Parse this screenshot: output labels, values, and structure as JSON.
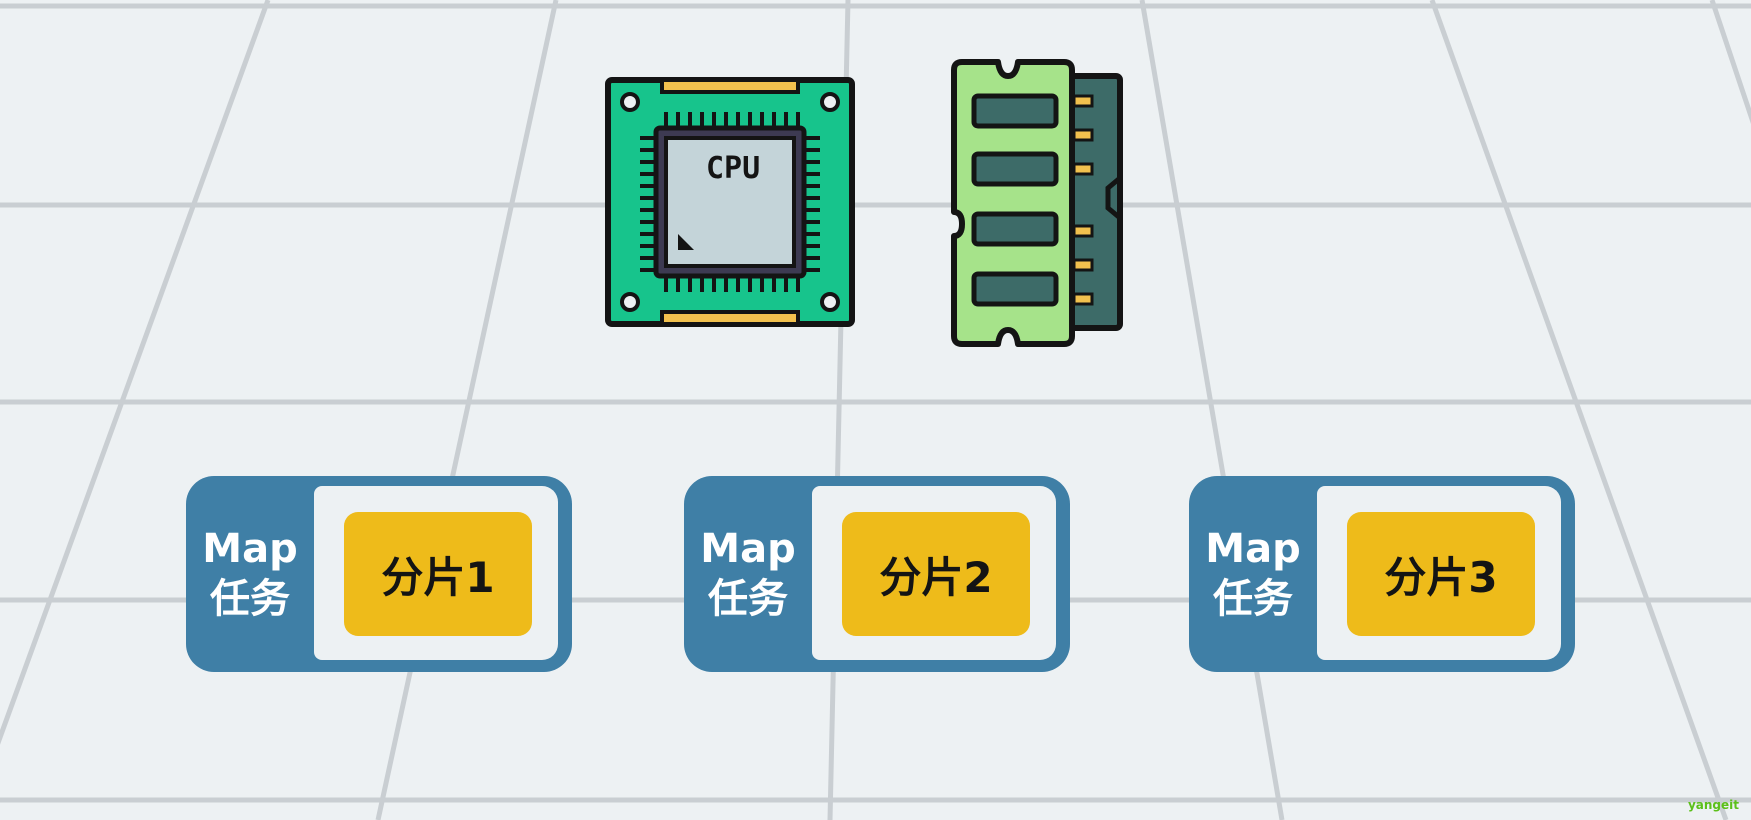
{
  "cpu": {
    "label": "CPU"
  },
  "tasks": [
    {
      "line1": "Map",
      "line2": "任务",
      "shard": "分片1"
    },
    {
      "line1": "Map",
      "line2": "任务",
      "shard": "分片2"
    },
    {
      "line1": "Map",
      "line2": "任务",
      "shard": "分片3"
    }
  ],
  "watermark": "yangeit",
  "colors": {
    "background": "#edf1f3",
    "grid": "#c9ced2",
    "task_blue": "#3f7fa6",
    "shard_yellow": "#eebb1a",
    "cpu_board": "#17c48c",
    "ram_green": "#a6e38a"
  }
}
